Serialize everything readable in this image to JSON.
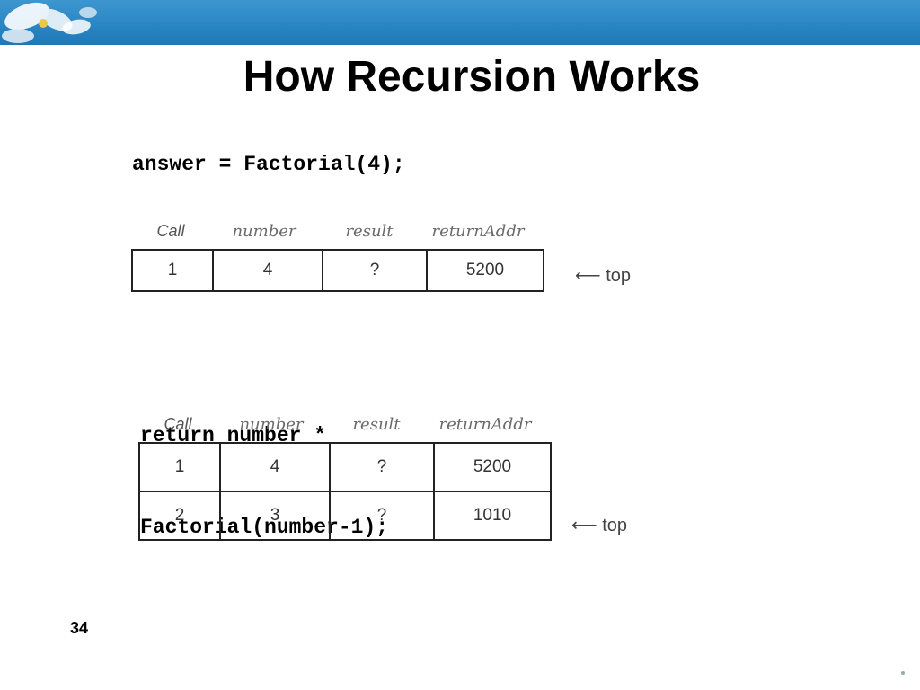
{
  "slide": {
    "title": "How Recursion Works",
    "page_number": "34",
    "code_1": "answer = Factorial(4);",
    "code_2_line_1": "return number *",
    "code_2_line_2": "Factorial(number-1);"
  },
  "stack_1": {
    "headers": [
      "Call",
      "number",
      "result",
      "returnAddr"
    ],
    "rows": [
      [
        "1",
        "4",
        "?",
        "5200"
      ]
    ],
    "top_marker": "⟵ top"
  },
  "stack_2": {
    "headers": [
      "Call",
      "number",
      "result",
      "returnAddr"
    ],
    "rows": [
      [
        "1",
        "4",
        "?",
        "5200"
      ],
      [
        "2",
        "3",
        "?",
        "1010"
      ]
    ],
    "top_marker": "⟵ top"
  },
  "theme": {
    "banner_color": "#2b86c4",
    "text_color": "#000000"
  }
}
